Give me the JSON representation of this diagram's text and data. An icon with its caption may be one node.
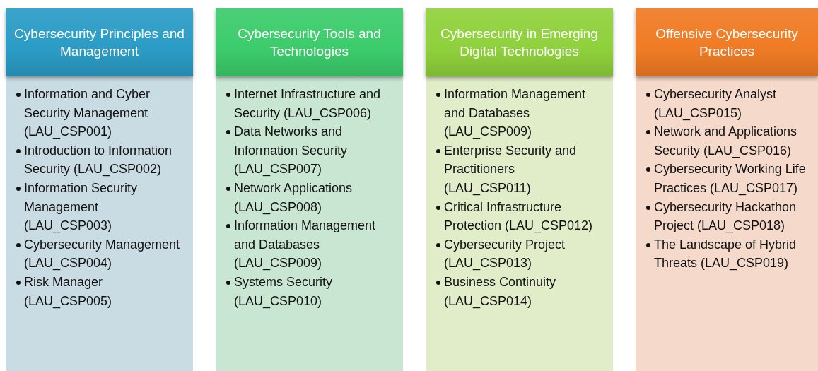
{
  "diagram": {
    "nodes": [
      {
        "text": [
          "Cybersecurity Principles and Management"
        ]
      },
      {
        "text": [
          "Information and Cyber Security Management (LAU_CSP001)",
          "Introduction to Information Security (LAU_CSP002)",
          "Information Security Management (LAU_CSP003)",
          "Cybersecurity Management (LAU_CSP004)",
          "Risk Manager (LAU_CSP005)"
        ]
      },
      {
        "text": [
          "Cybersecurity Tools and Technologies"
        ]
      },
      {
        "text": [
          "Internet Infrastructure and Security (LAU_CSP006)",
          "Data Networks and Information Security (LAU_CSP007)",
          "Network Applications (LAU_CSP008)",
          "Information Management and Databases (LAU_CSP009)",
          "Systems Security (LAU_CSP010)"
        ]
      },
      {
        "text": [
          "Cybersecurity in Emerging Digital Technologies"
        ]
      },
      {
        "text": [
          "Information Management and Databases (LAU_CSP009)",
          "Enterprise Security and Practitioners (LAU_CSP011)",
          "Critical Infrastructure Protection (LAU_CSP012)",
          "Cybersecurity Project (LAU_CSP013)",
          "Business Continuity (LAU_CSP014)"
        ]
      },
      {
        "text": [
          "Offensive Cybersecurity Practices"
        ]
      },
      {
        "text": [
          "Cybersecurity Analyst (LAU_CSP015)",
          "Network and Applications Security (LAU_CSP016)",
          "Cybersecurity Working Life Practices (LAU_CSP017)",
          "Cybersecurity Hackathon Project (LAU_CSP018)",
          "The Landscape of Hybrid Threats (LAU_CSP019)"
        ]
      }
    ]
  }
}
